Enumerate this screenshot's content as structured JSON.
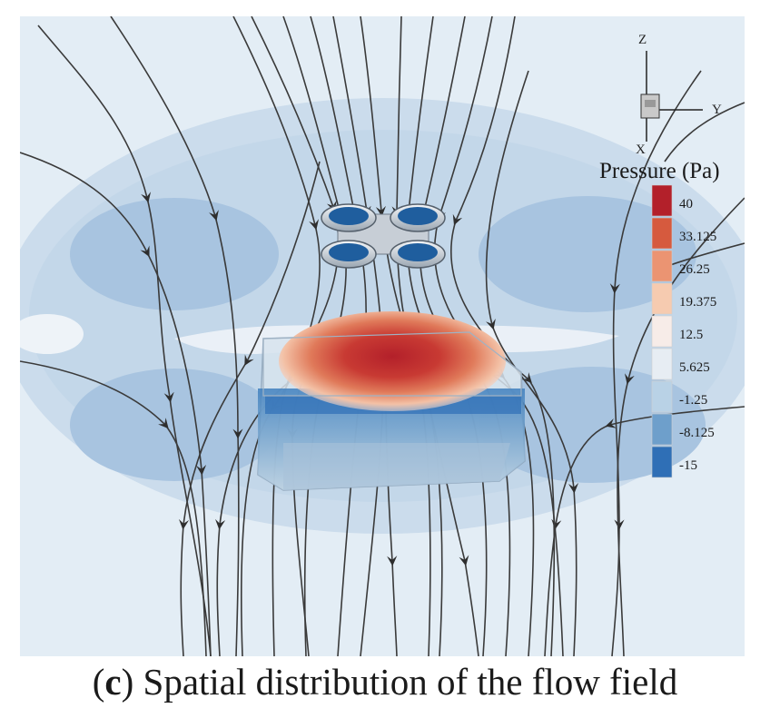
{
  "figure": {
    "legend": {
      "title": "Pressure (Pa)",
      "levels": [
        "40",
        "33.125",
        "26.25",
        "19.375",
        "12.5",
        "5.625",
        "-1.25",
        "-8.125",
        "-15"
      ],
      "colors": [
        "#b3202a",
        "#d65a3e",
        "#eb9472",
        "#f6cbb0",
        "#f7ece8",
        "#e7edf3",
        "#b9d2e6",
        "#6e9fcb",
        "#2f6fb6"
      ]
    },
    "axes": {
      "z": "Z",
      "y": "Y",
      "x": "X"
    },
    "background_color": "#e3edf5",
    "streamline_color": "#3a3a3a"
  },
  "caption": {
    "label": "c",
    "text": " Spatial distribution of the flow field"
  }
}
